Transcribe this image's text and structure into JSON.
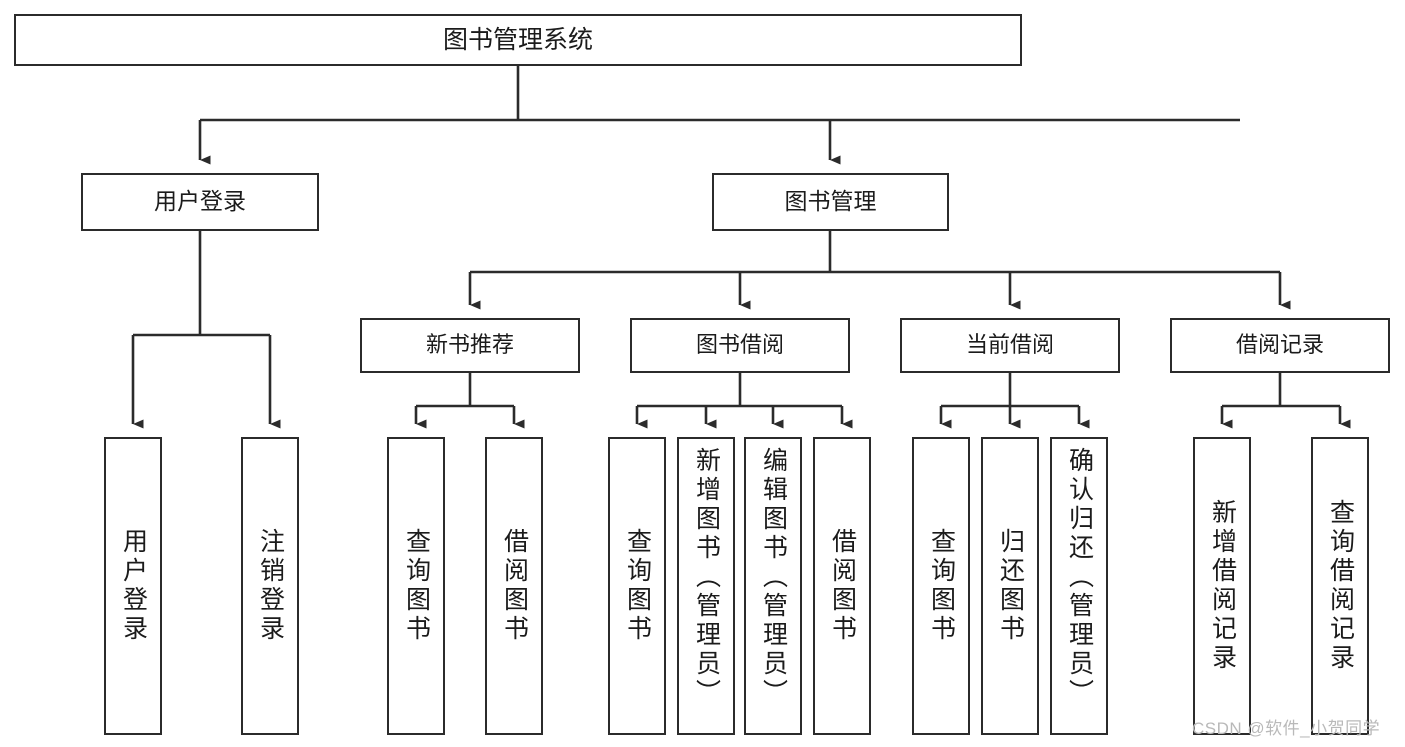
{
  "diagram": {
    "type": "tree-hierarchy",
    "title": "图书管理系统",
    "watermark": "CSDN @软件_小贺同学",
    "colors": {
      "box_border": "#2b2b2b",
      "box_fill": "#ffffff",
      "connector": "#2b2b2b",
      "text": "#1b1b1b",
      "watermark": "#b9b9b9"
    },
    "root": {
      "label": "图书管理系统"
    },
    "level2": [
      {
        "label": "用户登录"
      },
      {
        "label": "图书管理"
      }
    ],
    "level3": [
      {
        "label": "新书推荐"
      },
      {
        "label": "图书借阅"
      },
      {
        "label": "当前借阅"
      },
      {
        "label": "借阅记录"
      }
    ],
    "leaves": {
      "user_login": [
        {
          "label": "用户登录"
        },
        {
          "label": "注销登录"
        }
      ],
      "new_book": [
        {
          "label": "查询图书"
        },
        {
          "label": "借阅图书"
        }
      ],
      "borrow_book": [
        {
          "label": "查询图书"
        },
        {
          "label": "新增图书（管理员）"
        },
        {
          "label": "编辑图书（管理员）"
        },
        {
          "label": "借阅图书"
        }
      ],
      "current_borrow": [
        {
          "label": "查询图书"
        },
        {
          "label": "归还图书"
        },
        {
          "label": "确认归还（管理员）"
        }
      ],
      "borrow_record": [
        {
          "label": "新增借阅记录"
        },
        {
          "label": "查询借阅记录"
        }
      ]
    }
  }
}
